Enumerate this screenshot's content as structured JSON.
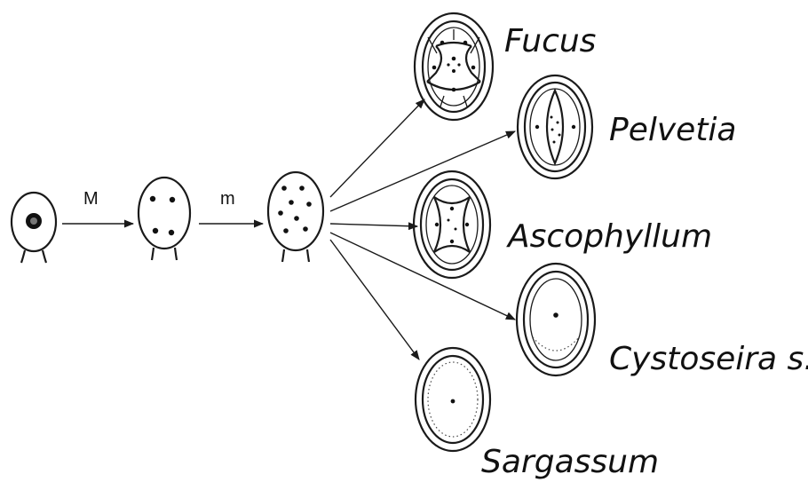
{
  "steps": {
    "meiosis_label": "M",
    "mitosis_label": "m"
  },
  "genera": [
    {
      "name": "Fucus"
    },
    {
      "name": "Pelvetia"
    },
    {
      "name": "Ascophyllum"
    },
    {
      "name": "Cystoseira s.l."
    },
    {
      "name": "Sargassum"
    }
  ]
}
